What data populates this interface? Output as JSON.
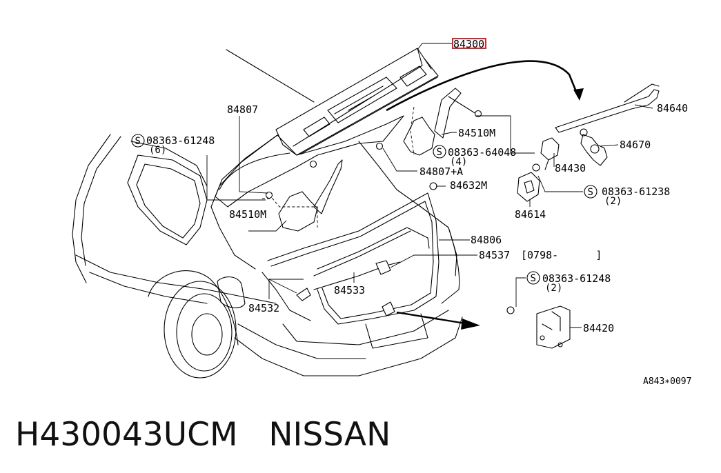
{
  "part_labels": {
    "hood_panel": "84300",
    "stay_rod": "84640",
    "stay_upper": "84807",
    "bolt_a": "08363-61248",
    "bolt_a_qty": "(6)",
    "hinge_left": "84510M",
    "hinge_right": "84510M",
    "bolt_b": "08363-64048",
    "bolt_b_qty": "(4)",
    "stay_lower": "84807+A",
    "bumper_stop": "84632M",
    "holder": "84670",
    "lock_assy": "84430",
    "bolt_c": "08363-61238",
    "bolt_c_qty": "(2)",
    "striker_cover": "84614",
    "seal_upper": "84806",
    "seal_lower": "84537",
    "seal_lower_range": "[0798-      ]",
    "rod": "84533",
    "seal_side": "84532",
    "bolt_d": "08363-61248",
    "bolt_d_qty": "(2)",
    "striker": "84420",
    "s_mark": "S"
  },
  "figure_ref": "A843∗0097",
  "footer": {
    "part_number": "H430043UCM",
    "brand": "NISSAN"
  },
  "highlight_color": "#e0202a"
}
